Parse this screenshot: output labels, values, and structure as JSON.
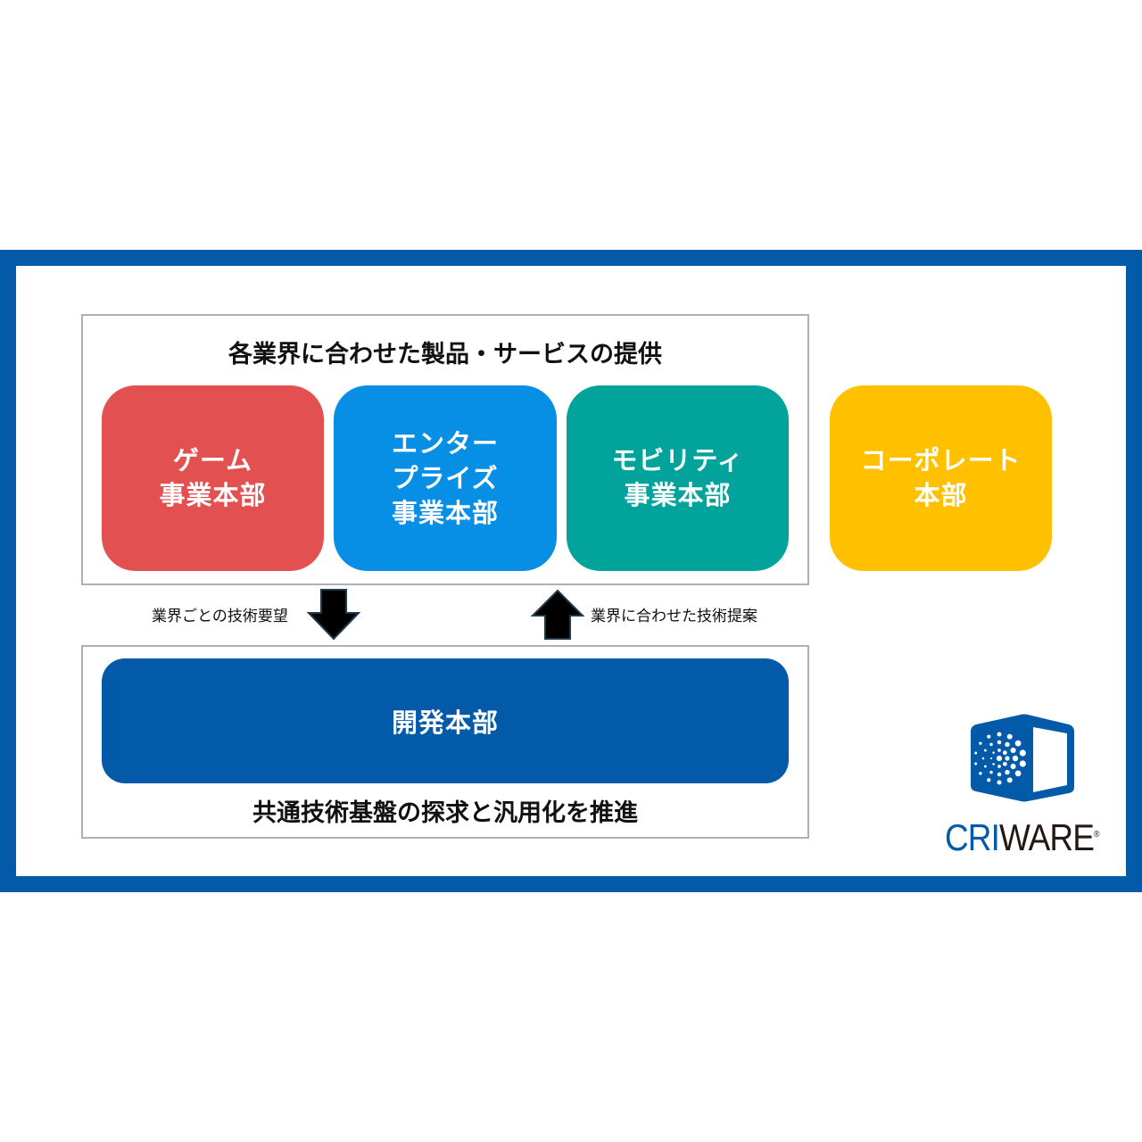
{
  "top_heading": "各業界に合わせた製品・サービスの提供",
  "divisions": [
    {
      "label": "ゲーム\n事業本部",
      "color": "#e25050"
    },
    {
      "label": "エンター\nプライズ\n事業本部",
      "color": "#078fe6"
    },
    {
      "label": "モビリティ\n事業本部",
      "color": "#02a39a"
    },
    {
      "label": "コーポレート\n本部",
      "color": "#ffc000"
    }
  ],
  "arrow_down_label": "業界ごとの技術要望",
  "arrow_up_label": "業界に合わせた技術提案",
  "dev_label": "開発本部",
  "bottom_heading": "共通技術基盤の探求と汎用化を推進",
  "logo": {
    "part1": "CRI",
    "part2": "WARE",
    "mark": "®",
    "blue": "#035aa9"
  }
}
